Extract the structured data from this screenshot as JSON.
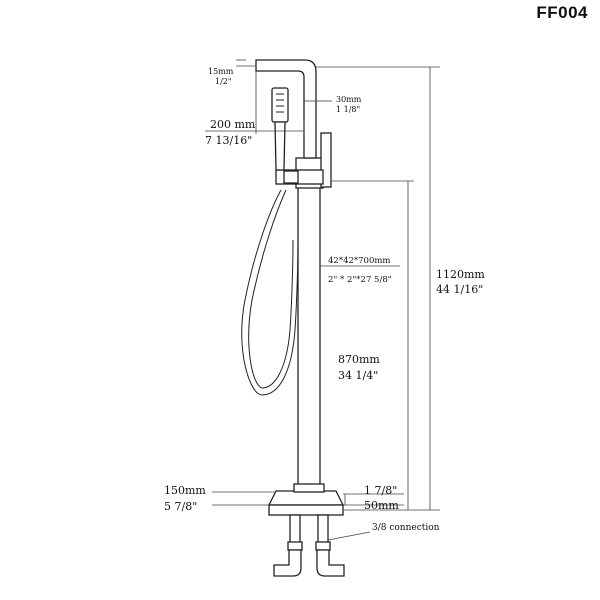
{
  "model_code": "FF004",
  "dimensions": {
    "spout_outlet": {
      "mm": "15mm",
      "inch": "1/2\""
    },
    "spout_thickness": {
      "mm": "30mm",
      "inch": "1 1/8\""
    },
    "spout_reach": {
      "mm": "200 mm",
      "inch": "7 13/16\""
    },
    "column_size": {
      "mm": "42*42*700mm",
      "inch": "2\" * 2\"*27 5/8\""
    },
    "total_height": {
      "mm": "1120mm",
      "inch": "44 1/16\""
    },
    "handle_height": {
      "mm": "870mm",
      "inch": "34 1/4\""
    },
    "base_spacing": {
      "mm": "150mm",
      "inch": "5 7/8\""
    },
    "base_height": {
      "inch": "1 7/8\"",
      "mm": "50mm"
    },
    "connection": {
      "label": "3/8 connection"
    }
  }
}
